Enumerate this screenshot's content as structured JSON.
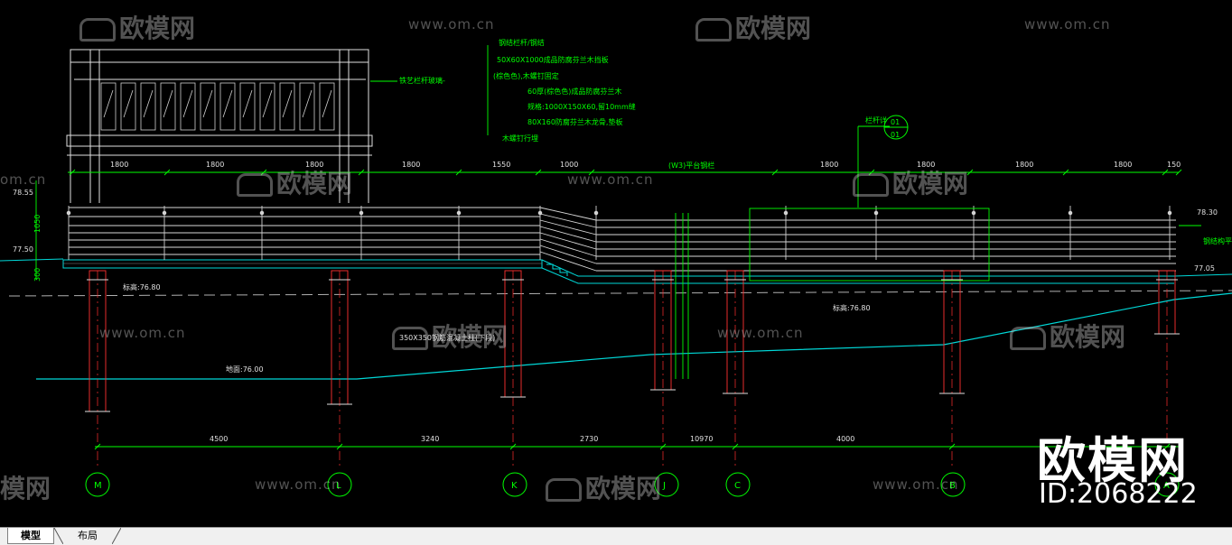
{
  "watermark": {
    "brand_cn": "欧模网",
    "url": "www.om.cn",
    "url_partial_left": "om.cn",
    "brand_partial_left": "模网",
    "id_label": "ID:2068222"
  },
  "drawing": {
    "annotations": {
      "railing_note": "铁艺栏杆玻璃-",
      "frame_title": "钢结栏杆/钢结",
      "spec_1": "50X60X1000成品防腐芬兰木挡板",
      "spec_2": "(棕色色),木螺钉固定",
      "spec_3": "60厚(棕色色)成品防腐芬兰木",
      "spec_4": "规格:1000X150X60,留10mm缝",
      "spec_5": "80X160防腐芬兰木龙骨,垫板",
      "spec_6": "木螺钉行埋",
      "detail_ref_label": "栏杆详",
      "detail_ref_top": "01",
      "detail_ref_bottom": "01",
      "column_note": "350X350钢筋混凝土柱(下段)",
      "ground_elev": "地面:76.00",
      "deck_elev_left": "标高:76.80",
      "deck_elev_right": "标高:76.80",
      "right_note": "钢结构平台",
      "elev_top_left": "78.55",
      "elev_mid_left": "77.50",
      "elev_top_right": "78.30",
      "elev_mid_right": "77.05",
      "dim_left_1050": "1050",
      "dim_left_300": "300",
      "rail_note_center": "(W3)平台钢栏"
    },
    "top_dimensions": [
      "1800",
      "1800",
      "1800",
      "1800",
      "1550",
      "1000",
      "1800",
      "1800",
      "1800",
      "1800",
      "150"
    ],
    "bottom_dimensions": [
      "4500",
      "3240",
      "2730",
      "10970",
      "4000"
    ],
    "grid_axes": [
      "M",
      "L",
      "K",
      "J",
      "C",
      "B",
      "A"
    ]
  },
  "tabs": {
    "model": "模型",
    "layout": "布局"
  }
}
